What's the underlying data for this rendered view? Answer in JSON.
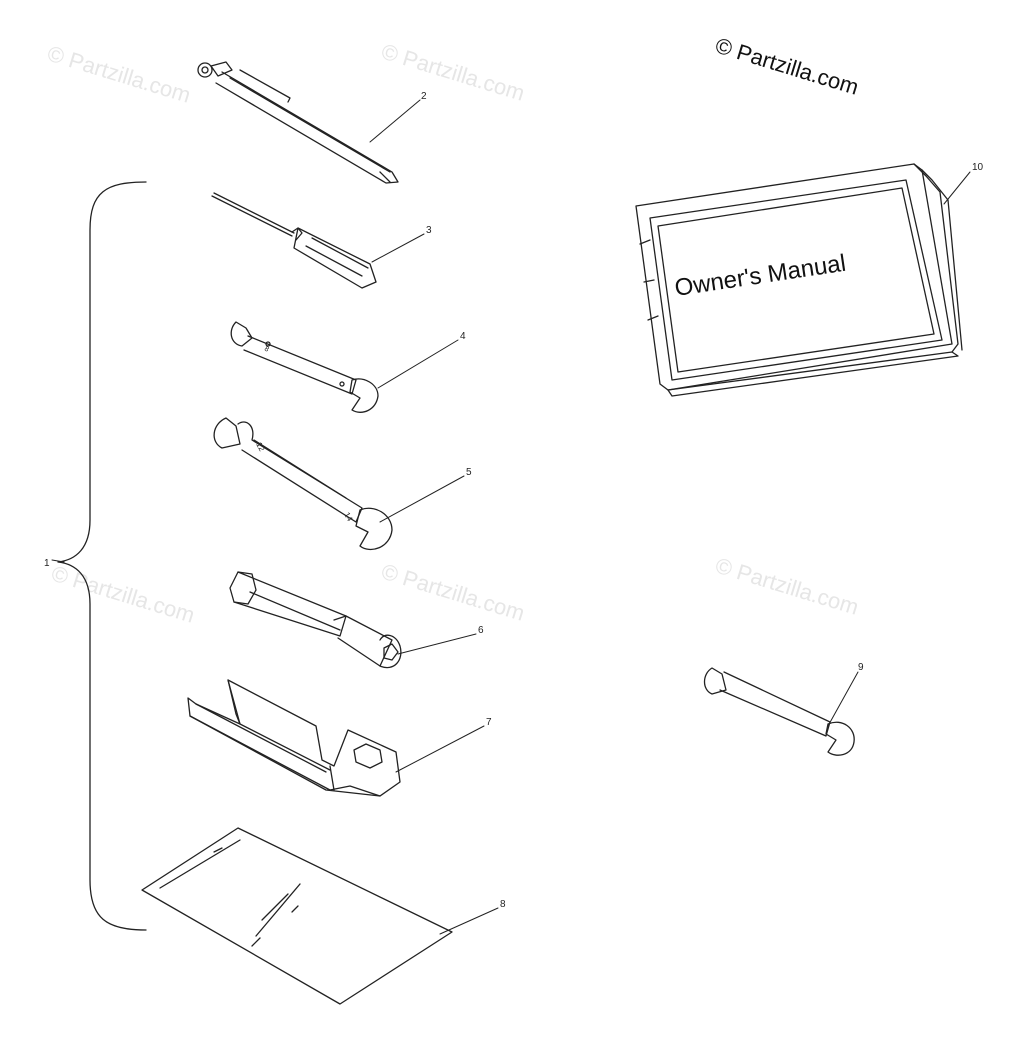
{
  "watermarks": [
    {
      "text": "© Partzilla.com"
    },
    {
      "text": "© Partzilla.com"
    },
    {
      "text": "© Partzilla.com"
    },
    {
      "text": "© Partzilla.com"
    },
    {
      "text": "© Partzilla.com"
    }
  ],
  "copyright": "© Partzilla.com",
  "manual_title": "Owner's Manual",
  "callouts": {
    "c1": "1",
    "c2": "2",
    "c3": "3",
    "c4": "4",
    "c5": "5",
    "c6": "6",
    "c7": "7",
    "c8": "8",
    "c9": "9",
    "c10": "10"
  },
  "wrench_marks": {
    "w4a": "8",
    "w5a": "12",
    "w5b": "14"
  }
}
